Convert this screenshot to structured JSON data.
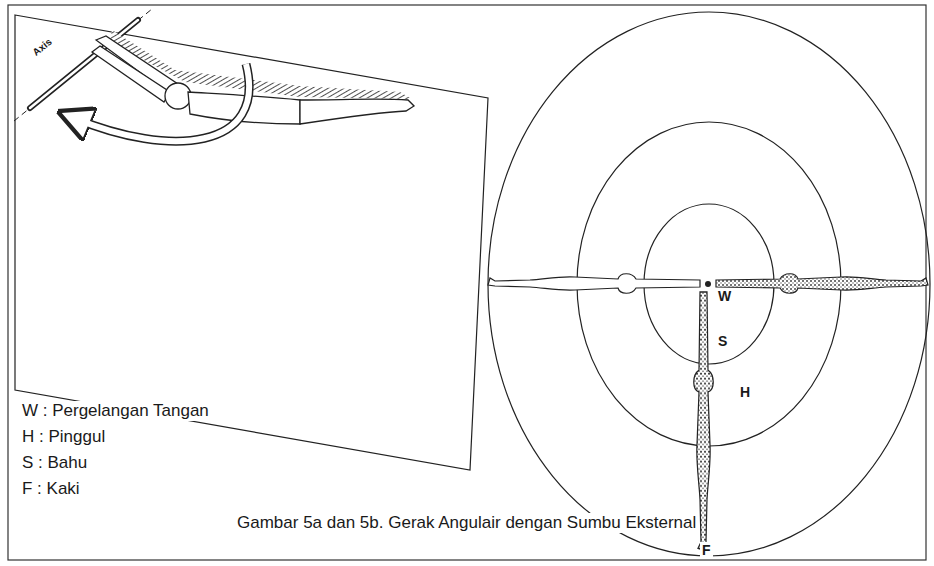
{
  "diagram": {
    "caption": "Gambar 5a dan 5b. Gerak Angulair dengan Sumbu Eksternal",
    "labels": [
      "Axis",
      "W",
      "S",
      "H",
      "F",
      "W : Pergelangan Tangan",
      "H : Pinggul",
      "S : Bahu",
      "F : Kaki"
    ]
  }
}
